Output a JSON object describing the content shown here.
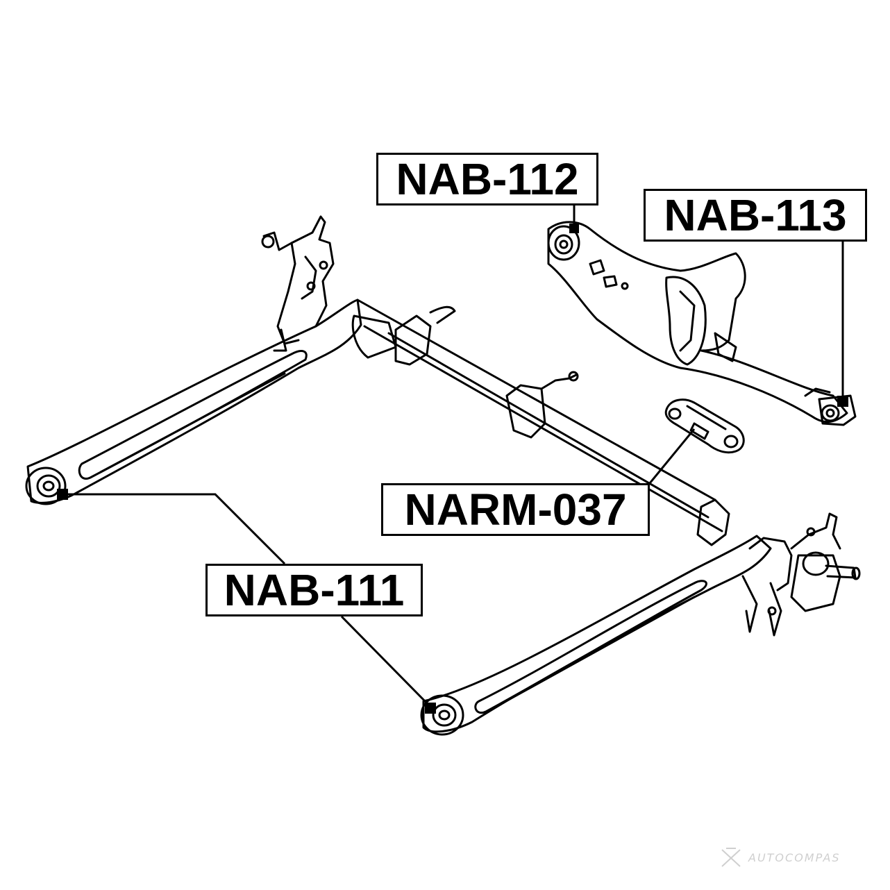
{
  "parts": {
    "nab_112": "NAB-112",
    "nab_113": "NAB-113",
    "narm_037": "NARM-037",
    "nab_111": "NAB-111"
  },
  "watermark": {
    "text": "AUTOCOMPAS",
    "icon": "autocompas-logo-icon"
  },
  "colors": {
    "line": "#000000",
    "background": "#ffffff",
    "watermark": "#777777"
  }
}
